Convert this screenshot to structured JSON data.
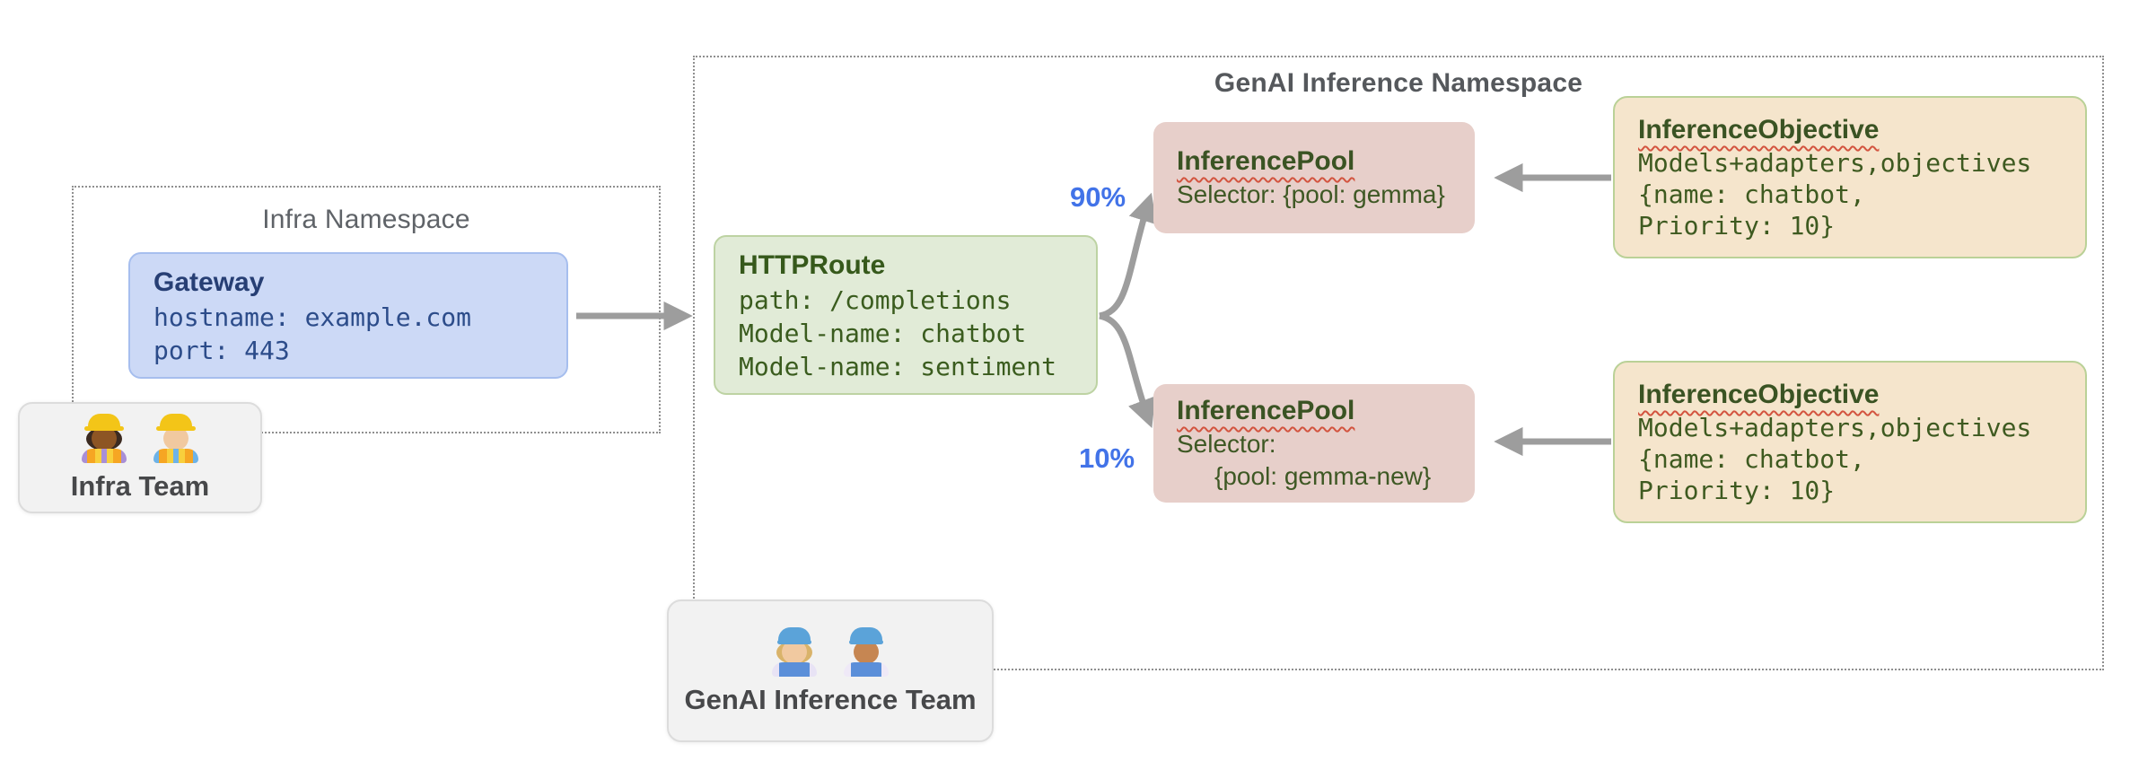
{
  "infra_namespace": {
    "label": "Infra Namespace"
  },
  "genai_namespace": {
    "label": "GenAI Inference Namespace"
  },
  "gateway": {
    "title": "Gateway",
    "lines": [
      "hostname: example.com",
      "port: 443"
    ]
  },
  "httproute": {
    "title": "HTTPRoute",
    "lines": [
      "path: /completions",
      "Model-name: chatbot",
      "Model-name: sentiment"
    ]
  },
  "traffic_split": {
    "top_percent": "90%",
    "bottom_percent": "10%"
  },
  "inference_pool_top": {
    "title": "InferencePool",
    "lines": [
      "Selector: {pool: gemma}"
    ]
  },
  "inference_pool_bottom": {
    "title": "InferencePool",
    "lines": [
      "Selector:",
      "{pool: gemma-new}"
    ]
  },
  "inference_objective_top": {
    "title": "InferenceObjective",
    "lines": [
      "Models+adapters,objectives",
      "{name: chatbot,",
      "Priority: 10}"
    ]
  },
  "inference_objective_bottom": {
    "title": "InferenceObjective",
    "lines": [
      "Models+adapters,objectives",
      "{name: chatbot,",
      "Priority: 10}"
    ]
  },
  "infra_team": {
    "label": "Infra Team",
    "icons": [
      "woman-construction-worker",
      "man-construction-worker"
    ]
  },
  "genai_team": {
    "label": "GenAI Inference Team",
    "icons": [
      "woman-mechanic",
      "man-mechanic"
    ]
  },
  "colors": {
    "arrow": "#9d9d9d",
    "percent_blue": "#4273e8",
    "gateway_fill": "#ccd9f6",
    "route_fill": "#e1ebd7",
    "pool_fill": "#e7cfca",
    "objective_fill": "#f5e5cc",
    "team_fill": "#f2f2f2",
    "namespace_text": "#5f6368",
    "squiggle_red": "#d3543f"
  }
}
